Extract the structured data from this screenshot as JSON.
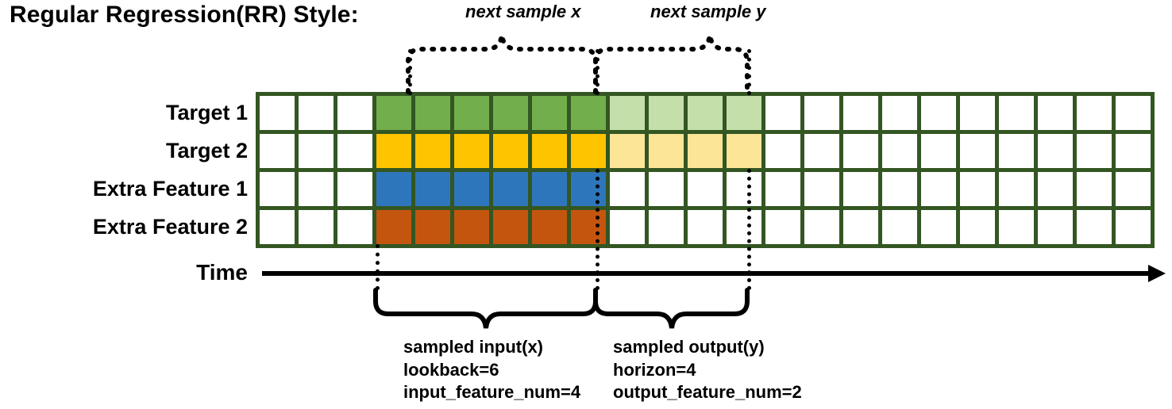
{
  "title": "Regular Regression(RR) Style:",
  "rows": [
    {
      "label": "Target 1",
      "name": "target-1"
    },
    {
      "label": "Target 2",
      "name": "target-2"
    },
    {
      "label": "Extra Feature 1",
      "name": "extra-feature-1"
    },
    {
      "label": "Extra Feature 2",
      "name": "extra-feature-2"
    }
  ],
  "grid": {
    "total_columns": 23,
    "lead_blank_columns": 3,
    "input_columns": 6,
    "output_columns": 4,
    "trailing_blank_columns": 10,
    "cell_fills": [
      [
        "#ffffff",
        "#ffffff",
        "#ffffff",
        "#72ae4c",
        "#72ae4c",
        "#72ae4c",
        "#72ae4c",
        "#72ae4c",
        "#72ae4c",
        "#c5dfab",
        "#c5dfab",
        "#c5dfab",
        "#c5dfab",
        "#ffffff",
        "#ffffff",
        "#ffffff",
        "#ffffff",
        "#ffffff",
        "#ffffff",
        "#ffffff",
        "#ffffff",
        "#ffffff",
        "#ffffff"
      ],
      [
        "#ffffff",
        "#ffffff",
        "#ffffff",
        "#ffc400",
        "#ffc400",
        "#ffc400",
        "#ffc400",
        "#ffc400",
        "#ffc400",
        "#fde598",
        "#fde598",
        "#fde598",
        "#fde598",
        "#ffffff",
        "#ffffff",
        "#ffffff",
        "#ffffff",
        "#ffffff",
        "#ffffff",
        "#ffffff",
        "#ffffff",
        "#ffffff",
        "#ffffff"
      ],
      [
        "#ffffff",
        "#ffffff",
        "#ffffff",
        "#2e76bc",
        "#2e76bc",
        "#2e76bc",
        "#2e76bc",
        "#2e76bc",
        "#2e76bc",
        "#ffffff",
        "#ffffff",
        "#ffffff",
        "#ffffff",
        "#ffffff",
        "#ffffff",
        "#ffffff",
        "#ffffff",
        "#ffffff",
        "#ffffff",
        "#ffffff",
        "#ffffff",
        "#ffffff",
        "#ffffff"
      ],
      [
        "#ffffff",
        "#ffffff",
        "#ffffff",
        "#c4550f",
        "#c4550f",
        "#c4550f",
        "#c4550f",
        "#c4550f",
        "#c4550f",
        "#ffffff",
        "#ffffff",
        "#ffffff",
        "#ffffff",
        "#ffffff",
        "#ffffff",
        "#ffffff",
        "#ffffff",
        "#ffffff",
        "#ffffff",
        "#ffffff",
        "#ffffff",
        "#ffffff",
        "#ffffff"
      ]
    ]
  },
  "colors": {
    "grid_border": "#335622",
    "target_1_dark": "#72ae4c",
    "target_1_light": "#c5dfab",
    "target_2_dark": "#ffc400",
    "target_2_light": "#fde598",
    "extra_feature_1": "#2e76bc",
    "extra_feature_2": "#c4550f",
    "annotation": "#000000"
  },
  "top_brackets": [
    {
      "label": "next sample x",
      "name": "next-sample-x"
    },
    {
      "label": "next sample y",
      "name": "next-sample-y"
    }
  ],
  "time_axis": {
    "label": "Time"
  },
  "bottom_notes": [
    {
      "name": "sampled-input",
      "lines": [
        "sampled input(x)",
        "lookback=6",
        "input_feature_num=4"
      ],
      "line_0": "sampled input(x)",
      "line_1": "lookback=6",
      "line_2": "input_feature_num=4"
    },
    {
      "name": "sampled-output",
      "lines": [
        "sampled output(y)",
        "horizon=4",
        "output_feature_num=2"
      ],
      "line_0": "sampled output(y)",
      "line_1": "horizon=4",
      "line_2": "output_feature_num=2"
    }
  ]
}
